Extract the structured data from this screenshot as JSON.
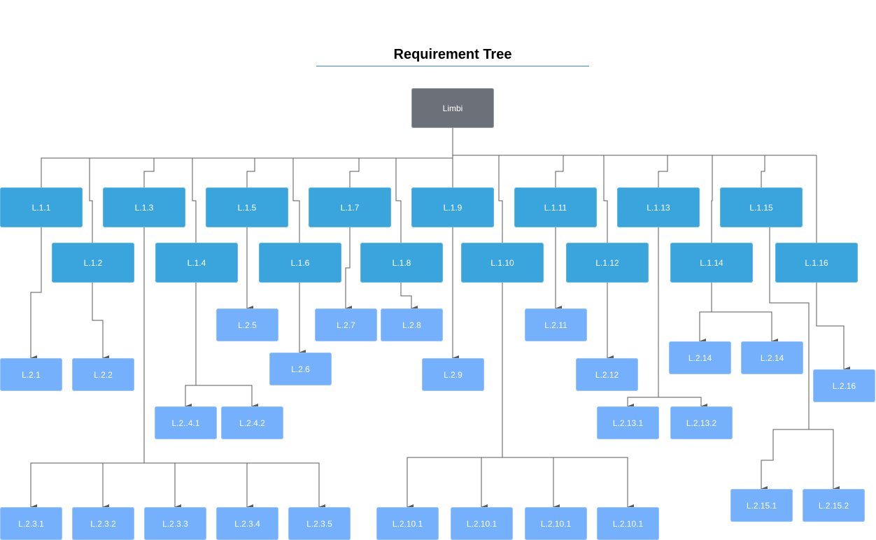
{
  "title": "Requirement Tree",
  "colors": {
    "root": "#6b7079",
    "level1": "#3aa5dd",
    "level2": "#74b0fb",
    "title_rule": "#2f8fd8",
    "connector": "#5a5a5a"
  },
  "root": {
    "id": "Limbi",
    "label": "Limbi"
  },
  "nodes": [
    {
      "id": "L.1.1",
      "label": "L.1.1",
      "parent": "Limbi"
    },
    {
      "id": "L.1.2",
      "label": "L.1.2",
      "parent": "Limbi"
    },
    {
      "id": "L.1.3",
      "label": "L.1.3",
      "parent": "Limbi"
    },
    {
      "id": "L.1.4",
      "label": "L.1.4",
      "parent": "Limbi"
    },
    {
      "id": "L.1.5",
      "label": "L.1.5",
      "parent": "Limbi"
    },
    {
      "id": "L.1.6",
      "label": "L.1.6",
      "parent": "Limbi"
    },
    {
      "id": "L.1.7",
      "label": "L.1.7",
      "parent": "Limbi"
    },
    {
      "id": "L.1.8",
      "label": "L.1.8",
      "parent": "Limbi"
    },
    {
      "id": "L.1.9",
      "label": "L.1.9",
      "parent": "Limbi"
    },
    {
      "id": "L.1.10",
      "label": "L.1.10",
      "parent": "Limbi"
    },
    {
      "id": "L.1.11",
      "label": "L.1.11",
      "parent": "Limbi"
    },
    {
      "id": "L.1.12",
      "label": "L.1.12",
      "parent": "Limbi"
    },
    {
      "id": "L.1.13",
      "label": "L.1.13",
      "parent": "Limbi"
    },
    {
      "id": "L.1.14",
      "label": "L.1.14",
      "parent": "Limbi"
    },
    {
      "id": "L.1.15",
      "label": "L.1.15",
      "parent": "Limbi"
    },
    {
      "id": "L.1.16",
      "label": "L.1.16",
      "parent": "Limbi"
    },
    {
      "id": "L.2.1",
      "label": "L.2.1",
      "parent": "L.1.1"
    },
    {
      "id": "L.2.2",
      "label": "L.2.2",
      "parent": "L.1.2"
    },
    {
      "id": "L.2.3.1",
      "label": "L.2.3.1",
      "parent": "L.1.3"
    },
    {
      "id": "L.2.3.2",
      "label": "L.2.3.2",
      "parent": "L.1.3"
    },
    {
      "id": "L.2.3.3",
      "label": "L.2.3.3",
      "parent": "L.1.3"
    },
    {
      "id": "L.2.3.4",
      "label": "L.2.3.4",
      "parent": "L.1.3"
    },
    {
      "id": "L.2.3.5",
      "label": "L.2.3.5",
      "parent": "L.1.3"
    },
    {
      "id": "L.2.4.1",
      "label": "L.2..4.1",
      "parent": "L.1.4"
    },
    {
      "id": "L.2.4.2",
      "label": "L.2.4.2",
      "parent": "L.1.4"
    },
    {
      "id": "L.2.5",
      "label": "L.2.5",
      "parent": "L.1.5"
    },
    {
      "id": "L.2.6",
      "label": "L.2.6",
      "parent": "L.1.6"
    },
    {
      "id": "L.2.7",
      "label": "L.2.7",
      "parent": "L.1.7"
    },
    {
      "id": "L.2.8",
      "label": "L.2.8",
      "parent": "L.1.8"
    },
    {
      "id": "L.2.9",
      "label": "L.2.9",
      "parent": "L.1.9"
    },
    {
      "id": "L.2.10.1a",
      "label": "L.2.10.1",
      "parent": "L.1.10"
    },
    {
      "id": "L.2.10.1b",
      "label": "L.2.10.1",
      "parent": "L.1.10"
    },
    {
      "id": "L.2.10.1c",
      "label": "L.2.10.1",
      "parent": "L.1.10"
    },
    {
      "id": "L.2.10.1d",
      "label": "L.2.10.1",
      "parent": "L.1.10"
    },
    {
      "id": "L.2.11",
      "label": "L.2.11",
      "parent": "L.1.11"
    },
    {
      "id": "L.2.12",
      "label": "L.2.12",
      "parent": "L.1.12"
    },
    {
      "id": "L.2.13.1",
      "label": "L.2.13.1",
      "parent": "L.1.13"
    },
    {
      "id": "L.2.13.2",
      "label": "L.2.13.2",
      "parent": "L.1.13"
    },
    {
      "id": "L.2.14a",
      "label": "L.2.14",
      "parent": "L.1.14"
    },
    {
      "id": "L.2.14b",
      "label": "L.2.14",
      "parent": "L.1.14"
    },
    {
      "id": "L.2.15.1",
      "label": "L.2.15.1",
      "parent": "L.1.15"
    },
    {
      "id": "L.2.15.2",
      "label": "L.2.15.2",
      "parent": "L.1.15"
    },
    {
      "id": "L.2.16",
      "label": "L.2.16",
      "parent": "L.1.16"
    }
  ]
}
